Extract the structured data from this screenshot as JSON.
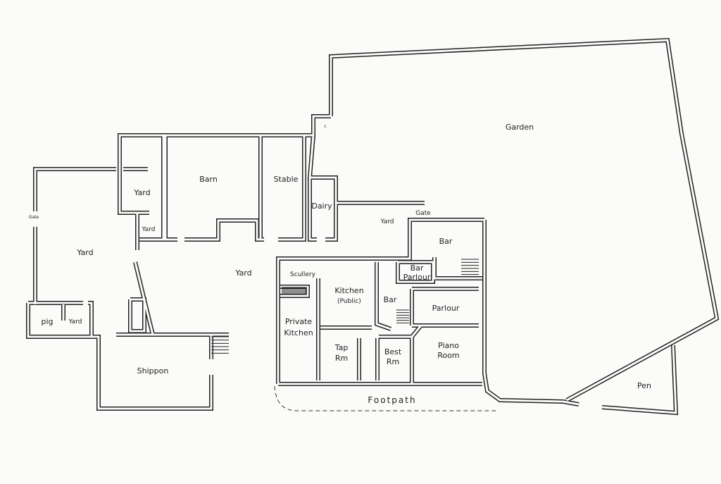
{
  "labels": {
    "garden": "Garden",
    "barn": "Barn",
    "stable": "Stable",
    "dairy": "Dairy",
    "yard_small_upper": "Yard",
    "yard_small_lower": "Yard",
    "yard_left": "Yard",
    "yard_center": "Yard",
    "yard_right": "Yard",
    "gate_left": "Gate",
    "gate_right": "Gate",
    "pig": "pig",
    "yard_pig": "Yard",
    "shippon": "Shippon",
    "scullery": "Scullery",
    "kitchen_public_1": "Kitchen",
    "kitchen_public_2": "(Public)",
    "private_kitchen_1": "Private",
    "private_kitchen_2": "Kitchen",
    "bar_inner": "Bar",
    "bar_parlour_1": "Bar",
    "bar_parlour_2": "Parlour",
    "bar_top": "Bar",
    "parlour": "Parlour",
    "tap_rm_1": "Tap",
    "tap_rm_2": "Rm",
    "best_rm_1": "Best",
    "best_rm_2": "Rm",
    "piano_room_1": "Piano",
    "piano_room_2": "Room",
    "footpath": "Footpath",
    "pen": "Pen",
    "closet": "c"
  },
  "colors": {
    "wall": "#222222",
    "background": "#fbfbfa"
  }
}
